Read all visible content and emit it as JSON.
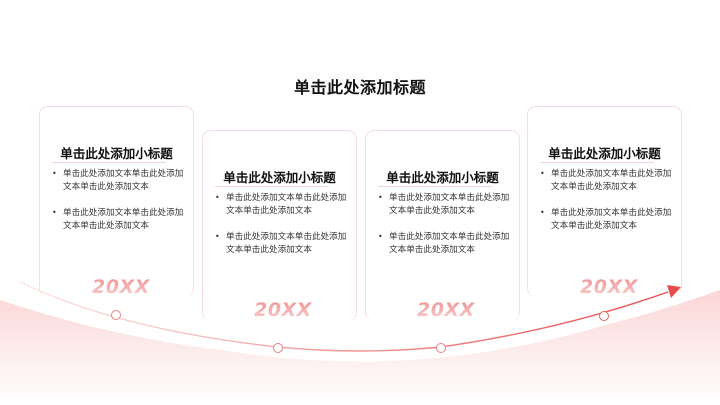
{
  "title": "单击此处添加标题",
  "colors": {
    "accent": "#e84c4c",
    "line": "#f08a8a",
    "year": "#f2a6a6",
    "card_border": "#f7dede",
    "band": "#fbd9d9"
  },
  "cards": [
    {
      "subtitle": "单击此处添加小标题",
      "bullets": [
        "单击此处添加文本单击此处添加文本单击此处添加文本",
        "单击此处添加文本单击此处添加文本单击此处添加文本"
      ],
      "year": "20XX"
    },
    {
      "subtitle": "单击此处添加小标题",
      "bullets": [
        "单击此处添加文本单击此处添加文本单击此处添加文本",
        "单击此处添加文本单击此处添加文本单击此处添加文本"
      ],
      "year": "20XX"
    },
    {
      "subtitle": "单击此处添加小标题",
      "bullets": [
        "单击此处添加文本单击此处添加文本单击此处添加文本",
        "单击此处添加文本单击此处添加文本单击此处添加文本"
      ],
      "year": "20XX"
    },
    {
      "subtitle": "单击此处添加小标题",
      "bullets": [
        "单击此处添加文本单击此处添加文本单击此处添加文本",
        "单击此处添加文本单击此处添加文本单击此处添加文本"
      ],
      "year": "20XX"
    }
  ],
  "timeline": {
    "arrow_icon": "arrow-right-triangle-icon",
    "node_icon": "circle-node-icon"
  }
}
